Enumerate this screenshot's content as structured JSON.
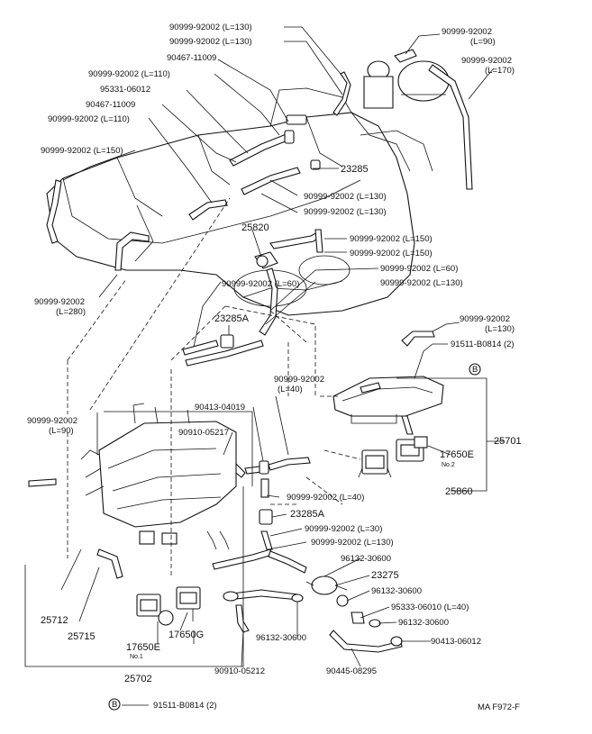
{
  "labels": {
    "h130a": "90999-92002 (L=130)",
    "h130b": "90999-92002 (L=130)",
    "h90a": "90999-92002",
    "h90a2": "(L=90)",
    "h170": "90999-92002",
    "h170b": "(L=170)",
    "p11009a": "90467-11009",
    "h110a": "90999-92002 (L=110)",
    "p95331": "95331-06012",
    "p11009b": "90467-11009",
    "h110b": "90999-92002 (L=110)",
    "h150a": "90999-92002 (L=150)",
    "p23285": "23285",
    "h130c": "90999-92002 (L=130)",
    "h130d": "90999-92002 (L=130)",
    "p25820": "25820",
    "h150b": "90999-92002 (L=150)",
    "h150c": "90999-92002 (L=150)",
    "h280": "90999-92002",
    "h280b": "(L=280)",
    "h60a": "90999-92002 (L=60)",
    "h60b": "90999-92002 (L=60)",
    "h130e": "90999-92002 (L=130)",
    "p23285a1": "23285A",
    "h130f": "90999-92002",
    "h130fb": "(L=130)",
    "p91511a": "91511-B0814 (2)",
    "h40a": "90999-92002",
    "h40ab": "(L=40)",
    "p04019": "90413-04019",
    "p05217": "90910-05217",
    "h90b": "90999-92002",
    "h90bb": "(L=90)",
    "p25701": "25701",
    "p17650e2": "17650E",
    "no2": "No.2",
    "h40b": "90999-92002 (L=40)",
    "p25860": "25860",
    "p23285a2": "23285A",
    "h30": "90999-92002 (L=30)",
    "h130g": "90999-92002 (L=130)",
    "p96132a": "96132-30600",
    "p23275": "23275",
    "p96132b": "96132-30600",
    "p95333": "95333-06010 (L=40)",
    "p96132c": "96132-30600",
    "p25712": "25712",
    "p25715": "25715",
    "p17650e1": "17650E",
    "no1": "No.1",
    "p17650g": "17650G",
    "p96132d": "96132-30600",
    "p06012": "90413-06012",
    "p25702": "25702",
    "p05212": "90910-05212",
    "p08295": "90445-08295",
    "p91511b": "91511-B0814 (2)",
    "refB1": "B",
    "refB2": "B",
    "code": "MA F972-F"
  }
}
